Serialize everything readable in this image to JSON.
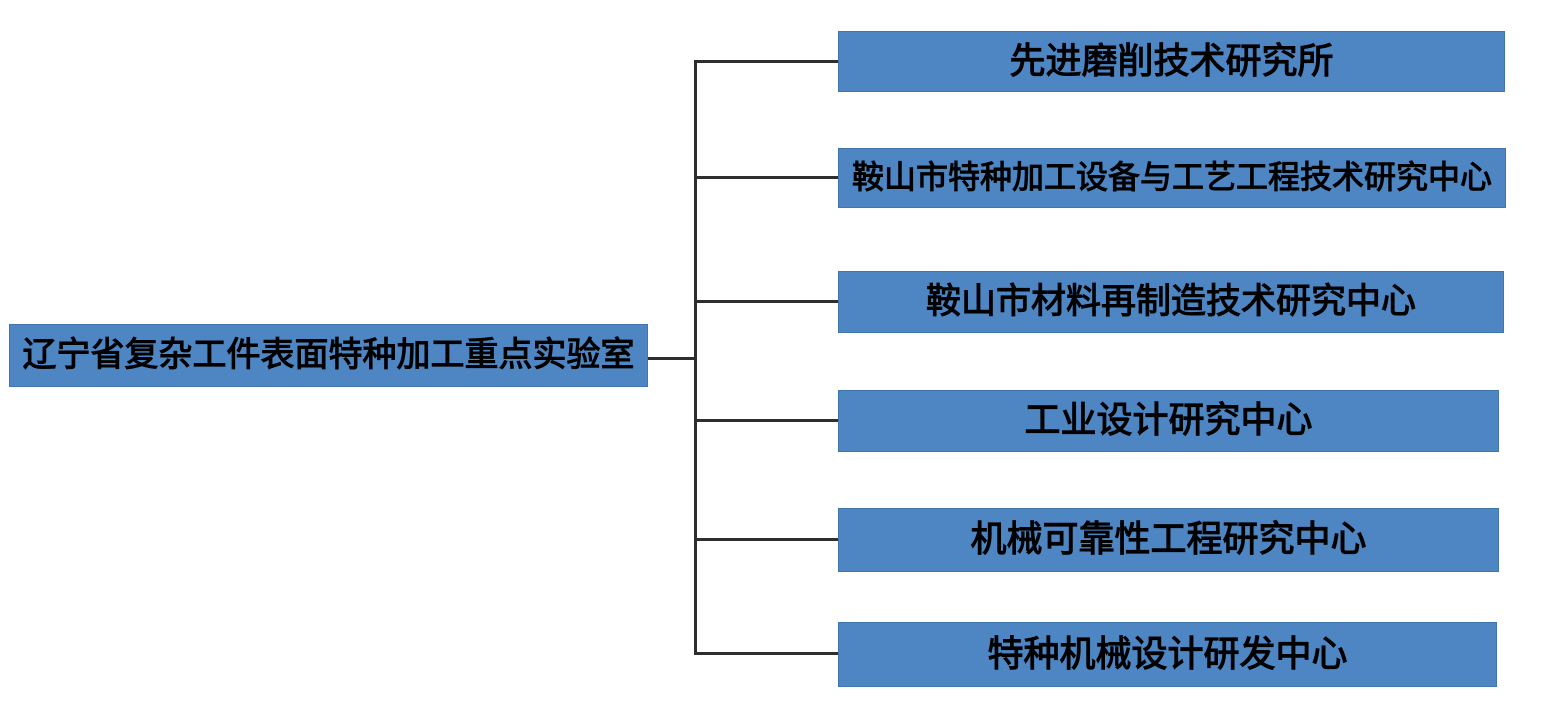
{
  "diagram": {
    "type": "org-chart",
    "root": {
      "label": "辽宁省复杂工件表面特种加工重点实验室"
    },
    "children": [
      {
        "label": "先进磨削技术研究所"
      },
      {
        "label": "鞍山市特种加工设备与工艺工程技术研究中心"
      },
      {
        "label": "鞍山市材料再制造技术研究中心"
      },
      {
        "label": "工业设计研究中心"
      },
      {
        "label": "机械可靠性工程研究中心"
      },
      {
        "label": "特种机械设计研发中心"
      }
    ]
  },
  "colors": {
    "box_fill": "#4e86c4",
    "box_border": "#3f76ae",
    "connector": "#2e2e2e",
    "text": "#000000",
    "background": "#ffffff"
  }
}
